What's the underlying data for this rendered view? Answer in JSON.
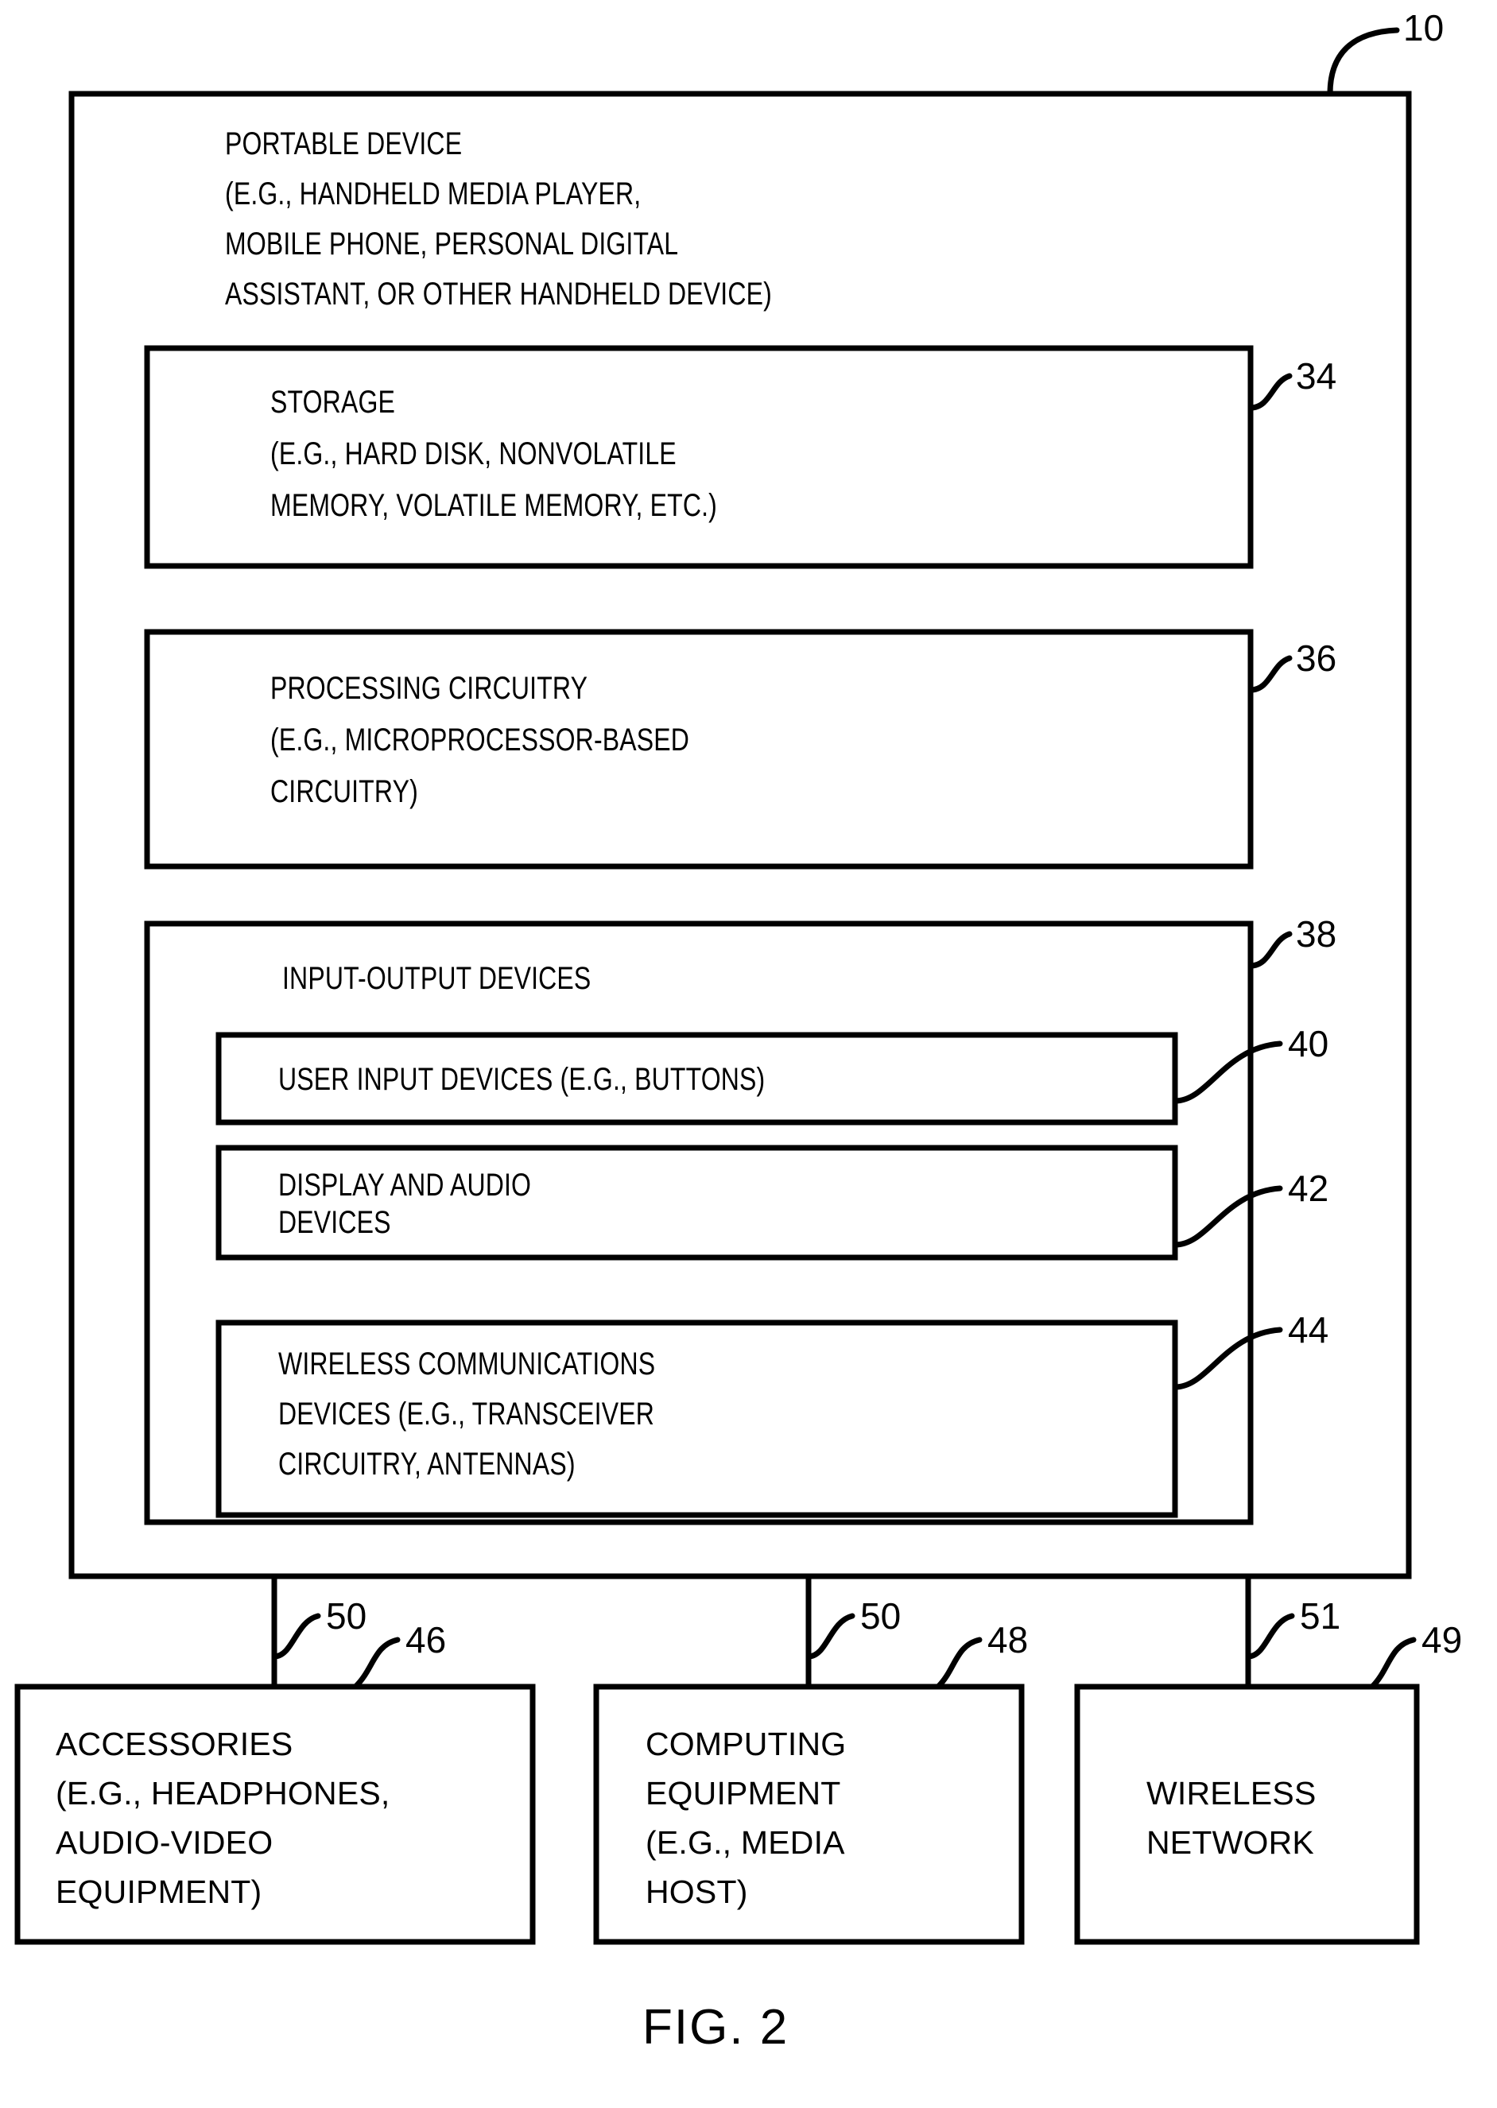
{
  "figure": {
    "caption": "FIG. 2",
    "top_reference": "10"
  },
  "device": {
    "title_lines": [
      "PORTABLE DEVICE",
      "(E.G., HANDHELD MEDIA PLAYER,",
      "MOBILE PHONE, PERSONAL DIGITAL",
      "ASSISTANT, OR OTHER HANDHELD DEVICE)"
    ],
    "line_0": "PORTABLE DEVICE",
    "line_1": "(E.G., HANDHELD MEDIA PLAYER,",
    "line_2": "MOBILE PHONE, PERSONAL DIGITAL",
    "line_3": "ASSISTANT, OR OTHER HANDHELD DEVICE)"
  },
  "storage": {
    "ref": "34",
    "line_0": "STORAGE",
    "line_1": "(E.G., HARD DISK, NONVOLATILE",
    "line_2": "MEMORY, VOLATILE MEMORY, ETC.)"
  },
  "processing": {
    "ref": "36",
    "line_0": "PROCESSING CIRCUITRY",
    "line_1": "(E.G., MICROPROCESSOR-BASED",
    "line_2": "CIRCUITRY)"
  },
  "io": {
    "ref": "38",
    "title": "INPUT-OUTPUT DEVICES",
    "user_input": {
      "ref": "40",
      "line_0": "USER INPUT DEVICES (E.G., BUTTONS)"
    },
    "display_audio": {
      "ref": "42",
      "line_0": "DISPLAY AND AUDIO",
      "line_1": "DEVICES"
    },
    "wireless_comm": {
      "ref": "44",
      "line_0": "WIRELESS COMMUNICATIONS",
      "line_1": "DEVICES (E.G., TRANSCEIVER",
      "line_2": "CIRCUITRY, ANTENNAS)"
    }
  },
  "accessories": {
    "ref": "46",
    "link_ref": "50",
    "line_0": "ACCESSORIES",
    "line_1": "(E.G., HEADPHONES,",
    "line_2": "AUDIO-VIDEO",
    "line_3": "EQUIPMENT)"
  },
  "computing": {
    "ref": "48",
    "link_ref": "50",
    "line_0": "COMPUTING",
    "line_1": "EQUIPMENT",
    "line_2": "(E.G., MEDIA",
    "line_3": "HOST)"
  },
  "wireless_network": {
    "ref": "49",
    "link_ref": "51",
    "line_0": "WIRELESS",
    "line_1": "NETWORK"
  },
  "colors": {
    "ink": "#000000",
    "paper": "#ffffff"
  }
}
